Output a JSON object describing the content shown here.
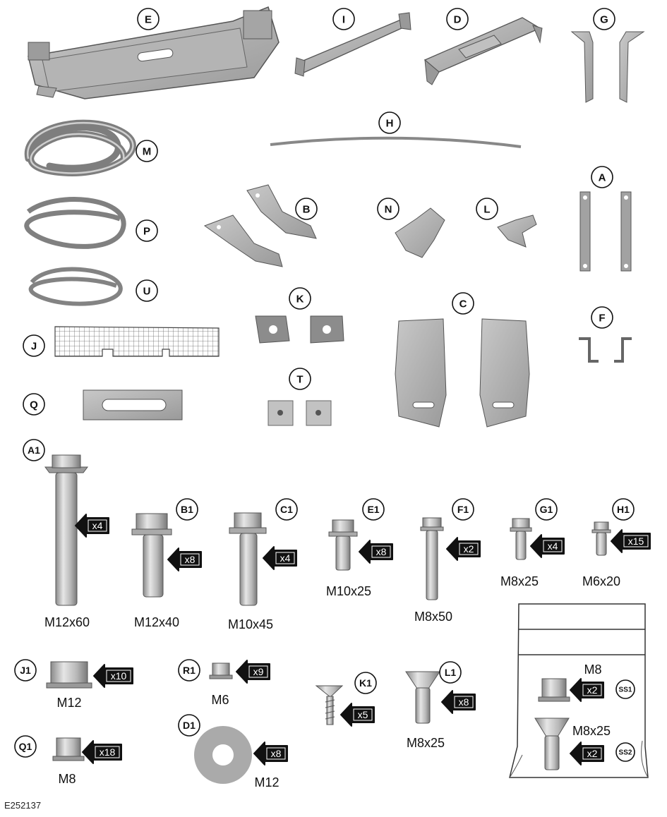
{
  "figure_id": "E252137",
  "parts": [
    {
      "id": "E",
      "label": "E"
    },
    {
      "id": "I",
      "label": "I"
    },
    {
      "id": "D",
      "label": "D"
    },
    {
      "id": "G",
      "label": "G"
    },
    {
      "id": "M",
      "label": "M"
    },
    {
      "id": "H",
      "label": "H"
    },
    {
      "id": "A",
      "label": "A"
    },
    {
      "id": "P",
      "label": "P"
    },
    {
      "id": "B",
      "label": "B"
    },
    {
      "id": "N",
      "label": "N"
    },
    {
      "id": "L",
      "label": "L"
    },
    {
      "id": "U",
      "label": "U"
    },
    {
      "id": "K",
      "label": "K"
    },
    {
      "id": "C",
      "label": "C"
    },
    {
      "id": "F",
      "label": "F"
    },
    {
      "id": "J",
      "label": "J"
    },
    {
      "id": "T",
      "label": "T"
    },
    {
      "id": "Q",
      "label": "Q"
    }
  ],
  "fasteners": [
    {
      "id": "A1",
      "label": "A1",
      "qty": "x4",
      "size": "M12x60"
    },
    {
      "id": "B1",
      "label": "B1",
      "qty": "x8",
      "size": "M12x40"
    },
    {
      "id": "C1",
      "label": "C1",
      "qty": "x4",
      "size": "M10x45"
    },
    {
      "id": "E1",
      "label": "E1",
      "qty": "x8",
      "size": "M10x25"
    },
    {
      "id": "F1",
      "label": "F1",
      "qty": "x2",
      "size": "M8x50"
    },
    {
      "id": "G1",
      "label": "G1",
      "qty": "x4",
      "size": "M8x25"
    },
    {
      "id": "H1",
      "label": "H1",
      "qty": "x15",
      "size": "M6x20"
    },
    {
      "id": "J1",
      "label": "J1",
      "qty": "x10",
      "size": "M12"
    },
    {
      "id": "R1",
      "label": "R1",
      "qty": "x9",
      "size": "M6"
    },
    {
      "id": "K1",
      "label": "K1",
      "qty": "x5",
      "size": ""
    },
    {
      "id": "L1",
      "label": "L1",
      "qty": "x8",
      "size": "M8x25"
    },
    {
      "id": "Q1",
      "label": "Q1",
      "qty": "x18",
      "size": "M8"
    },
    {
      "id": "D1",
      "label": "D1",
      "qty": "x8",
      "size": "M12"
    },
    {
      "id": "SS1",
      "label": "SS1",
      "qty": "x2",
      "size": "M8"
    },
    {
      "id": "SS2",
      "label": "SS2",
      "qty": "x2",
      "size": "M8x25"
    }
  ]
}
